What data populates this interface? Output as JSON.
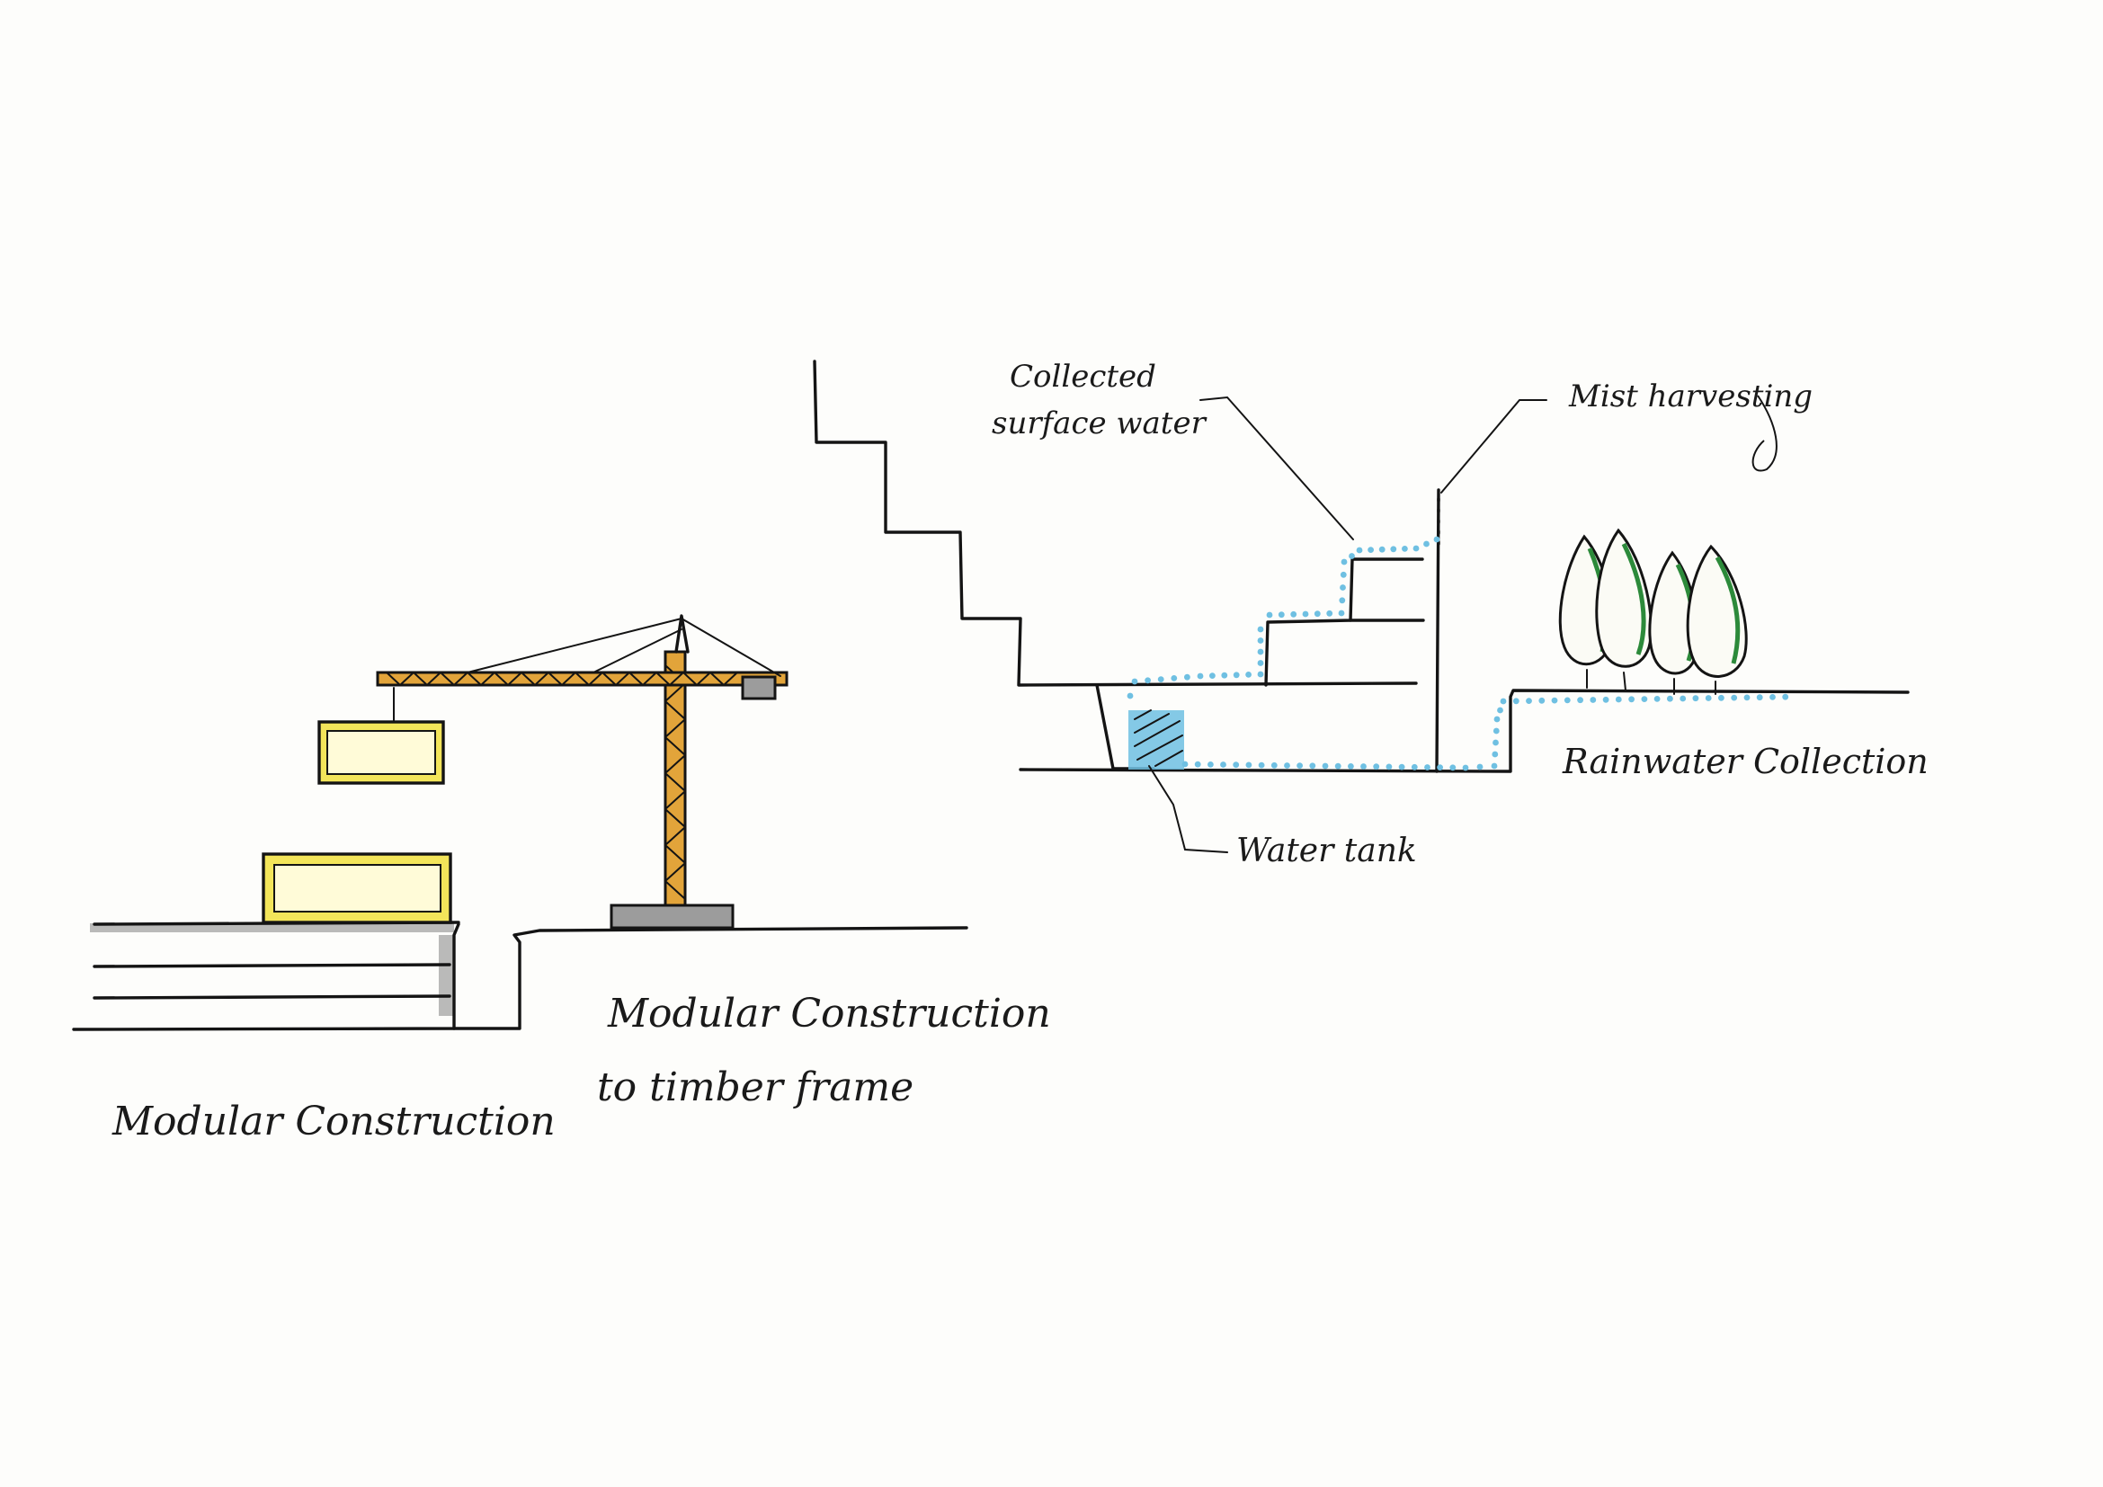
{
  "labels": {
    "modular_construction": "Modular Construction",
    "modular_timber_line1": "Modular Construction",
    "modular_timber_line2": "to timber frame",
    "collected_line1": "Collected",
    "collected_line2": "surface water",
    "mist_harvesting": "Mist harvesting",
    "water_tank": "Water tank",
    "rainwater_collection": "Rainwater Collection"
  },
  "colors": {
    "ink": "#141414",
    "module_yellow": "#f3e55a",
    "crane_orange": "#e2a43a",
    "water_blue": "#6fc0e2",
    "tree_green": "#2c8a3a",
    "shadow_gray": "#a9a9a9",
    "paper": "#fdfdfb"
  }
}
